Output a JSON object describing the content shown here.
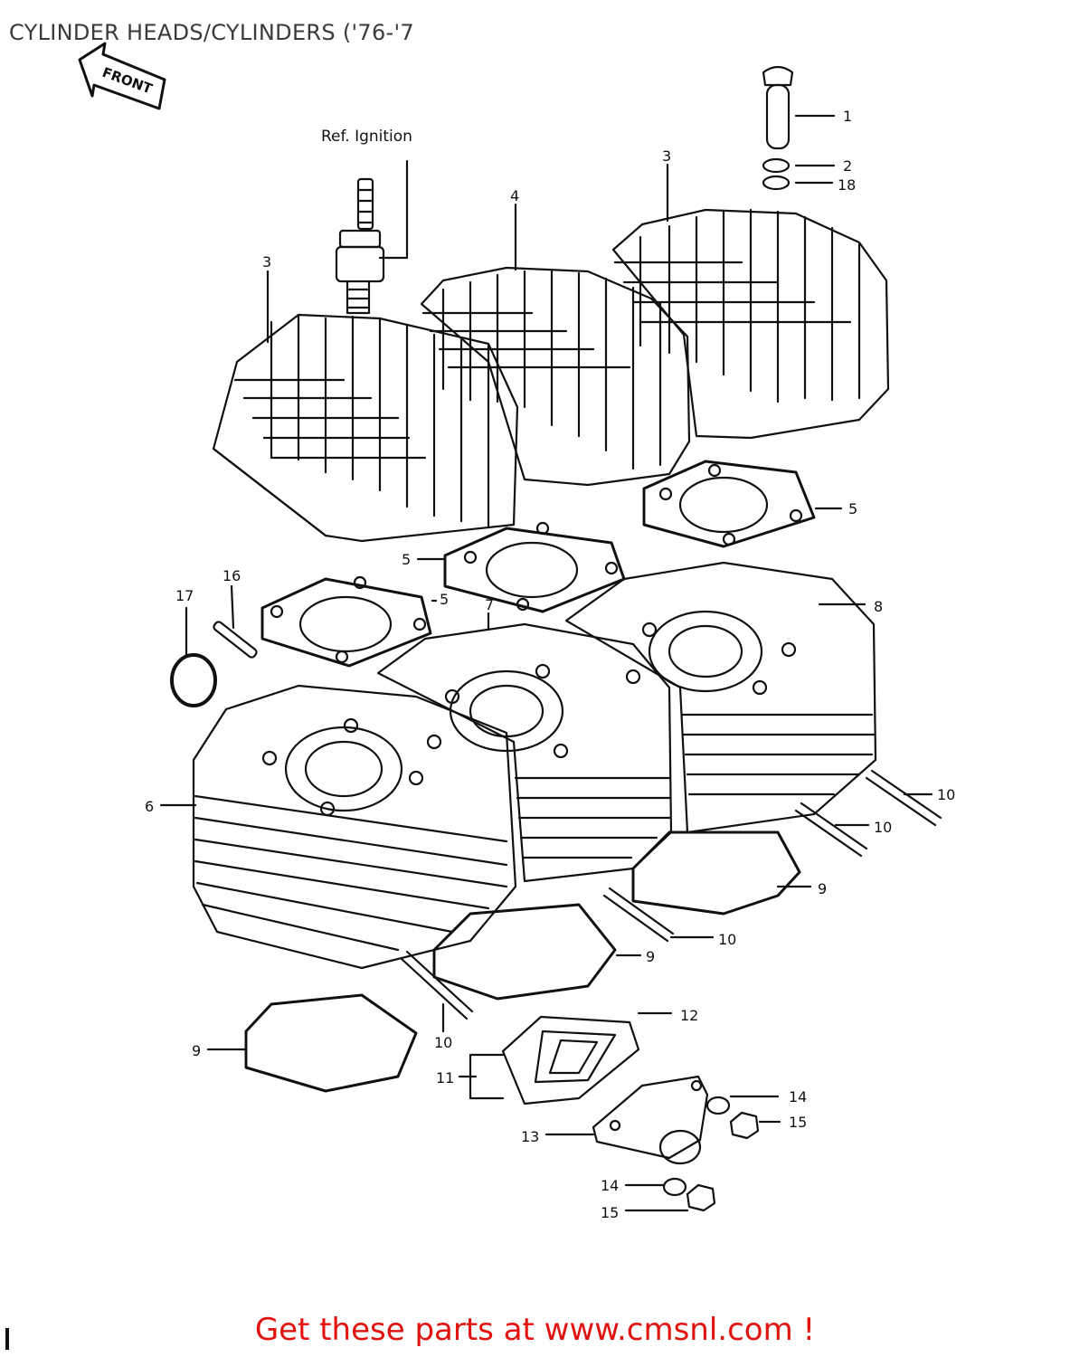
{
  "header": {
    "title": "CYLINDER HEADS/CYLINDERS ('76-'7"
  },
  "diagram": {
    "direction_tag": "FRONT",
    "reference_note": "Ref. Ignition",
    "callouts": [
      "1",
      "2",
      "18",
      "3",
      "3",
      "4",
      "5",
      "5",
      "5",
      "6",
      "7",
      "8",
      "9",
      "9",
      "9",
      "10",
      "10",
      "10",
      "10",
      "11",
      "12",
      "13",
      "14",
      "14",
      "15",
      "15",
      "16",
      "17"
    ]
  },
  "footer": {
    "promo_text": "Get these parts at www.cmsnl.com !"
  },
  "colors": {
    "promo": "#e2120f",
    "title": "#3a3a3a",
    "line_art": "#111111"
  },
  "icons": {
    "front_arrow": "front-arrow-icon",
    "spark_plug": "spark-plug-icon"
  }
}
